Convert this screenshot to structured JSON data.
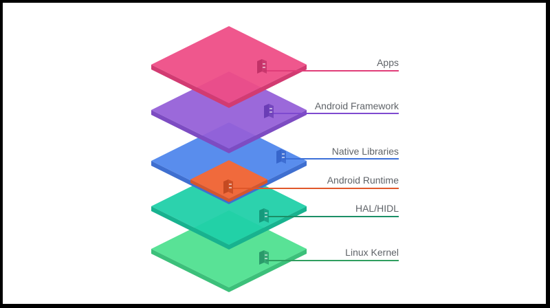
{
  "layers": [
    {
      "id": "linux-kernel",
      "label": "Linux Kernel",
      "top": "#4fe08f",
      "side": "#3cc07a",
      "line": "#2f9e5f",
      "block": "#2a9a6a"
    },
    {
      "id": "hal-hidl",
      "label": "HAL/HIDL",
      "top": "#1fcfa8",
      "side": "#18b28f",
      "line": "#1b8f66",
      "block": "#159a7c"
    },
    {
      "id": "native-libraries",
      "label": "Native Libraries",
      "top": "#4f86ec",
      "side": "#3f6fd0",
      "line": "#3b6fd8",
      "block": "#3766cc"
    },
    {
      "id": "android-framework",
      "label": "Android Framework",
      "top": "#9560d8",
      "side": "#7d4cc2",
      "line": "#7e4ad0",
      "block": "#6a3db5"
    },
    {
      "id": "apps",
      "label": "Apps",
      "top": "#ee4d86",
      "side": "#d23b72",
      "line": "#e03c78",
      "block": "#c23268"
    }
  ],
  "runtime": {
    "id": "android-runtime",
    "label": "Android Runtime",
    "top": "#f06a3c",
    "side": "#d4562c",
    "line": "#e0572a",
    "block": "#c44a22"
  }
}
